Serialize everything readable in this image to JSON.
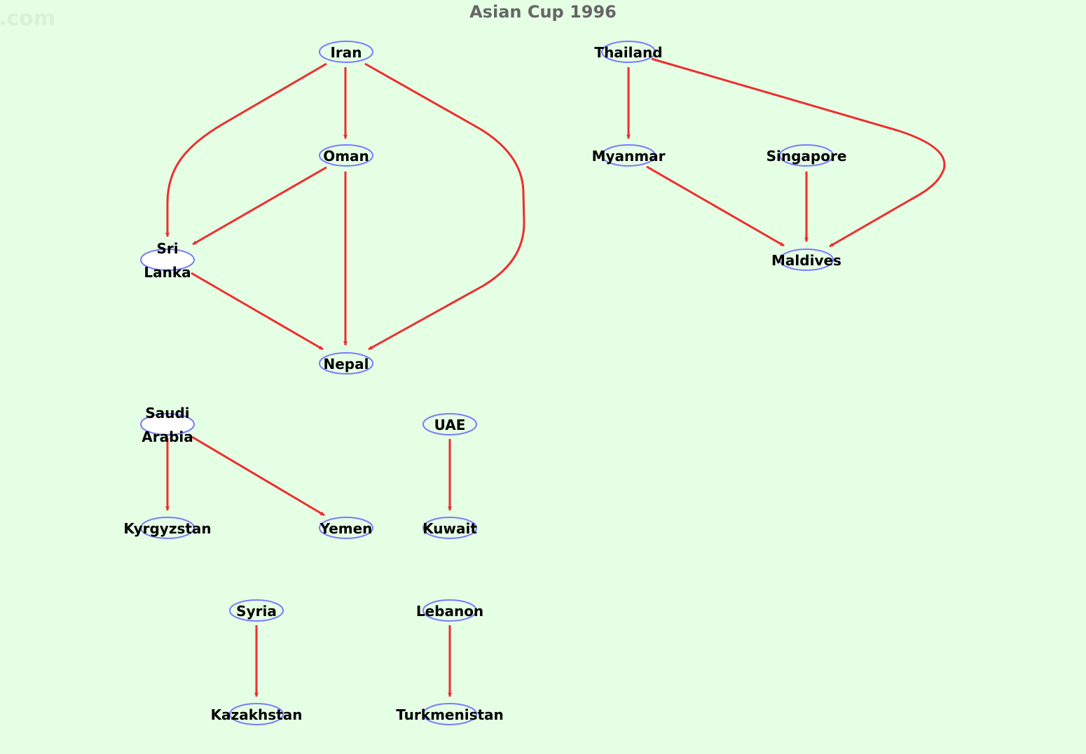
{
  "watermark": ".com",
  "title": "Asian Cup 1996",
  "colors": {
    "background": "#e5ffe5",
    "title": "#666666",
    "node_stroke": "#7a7aff",
    "edge": "#ee2d2d",
    "label": "#000000"
  },
  "nodes": {
    "iran": {
      "label": "Iran"
    },
    "oman": {
      "label": "Oman"
    },
    "sri_lanka": {
      "label_line1": "Sri",
      "label_line2": "Lanka"
    },
    "nepal": {
      "label": "Nepal"
    },
    "thailand": {
      "label": "Thailand"
    },
    "myanmar": {
      "label": "Myanmar"
    },
    "singapore": {
      "label": "Singapore"
    },
    "maldives": {
      "label": "Maldives"
    },
    "saudi_arabia": {
      "label_line1": "Saudi",
      "label_line2": "Arabia"
    },
    "kyrgyzstan": {
      "label": "Kyrgyzstan"
    },
    "yemen": {
      "label": "Yemen"
    },
    "uae": {
      "label": "UAE"
    },
    "kuwait": {
      "label": "Kuwait"
    },
    "syria": {
      "label": "Syria"
    },
    "kazakhstan": {
      "label": "Kazakhstan"
    },
    "lebanon": {
      "label": "Lebanon"
    },
    "turkmenistan": {
      "label": "Turkmenistan"
    }
  },
  "edges": [
    {
      "from": "Iran",
      "to": "Sri Lanka"
    },
    {
      "from": "Iran",
      "to": "Oman"
    },
    {
      "from": "Iran",
      "to": "Nepal"
    },
    {
      "from": "Oman",
      "to": "Sri Lanka"
    },
    {
      "from": "Oman",
      "to": "Nepal"
    },
    {
      "from": "Sri Lanka",
      "to": "Nepal"
    },
    {
      "from": "Thailand",
      "to": "Myanmar"
    },
    {
      "from": "Thailand",
      "to": "Maldives"
    },
    {
      "from": "Myanmar",
      "to": "Maldives"
    },
    {
      "from": "Singapore",
      "to": "Maldives"
    },
    {
      "from": "Saudi Arabia",
      "to": "Kyrgyzstan"
    },
    {
      "from": "Saudi Arabia",
      "to": "Yemen"
    },
    {
      "from": "UAE",
      "to": "Kuwait"
    },
    {
      "from": "Syria",
      "to": "Kazakhstan"
    },
    {
      "from": "Lebanon",
      "to": "Turkmenistan"
    }
  ]
}
